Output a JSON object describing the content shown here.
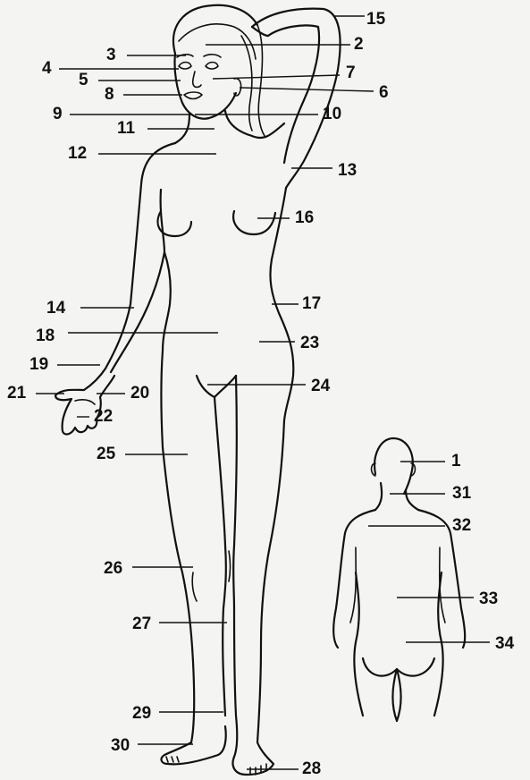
{
  "labels": {
    "l1": "1",
    "l2": "2",
    "l3": "3",
    "l4": "4",
    "l5": "5",
    "l6": "6",
    "l7": "7",
    "l8": "8",
    "l9": "9",
    "l10": "10",
    "l11": "11",
    "l12": "12",
    "l13": "13",
    "l14": "14",
    "l15": "15",
    "l16": "16",
    "l17": "17",
    "l18": "18",
    "l19": "19",
    "l20": "20",
    "l21": "21",
    "l22": "22",
    "l23": "23",
    "l24": "24",
    "l25": "25",
    "l26": "26",
    "l27": "27",
    "l28": "28",
    "l29": "29",
    "l30": "30",
    "l31": "31",
    "l32": "32",
    "l33": "33",
    "l34": "34"
  },
  "colors": {
    "ink": "#111111",
    "paper": "#f4f4f2"
  }
}
